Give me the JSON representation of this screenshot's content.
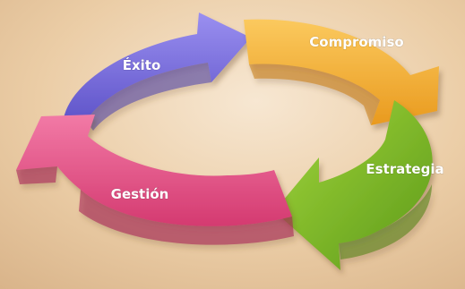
{
  "cycle": {
    "steps": [
      {
        "label": "Compromiso",
        "color": "#F3AE3C"
      },
      {
        "label": "Estrategia",
        "color": "#7CB82E"
      },
      {
        "label": "Gestión",
        "color": "#E9508A"
      },
      {
        "label": "Éxito",
        "color": "#7468DA"
      }
    ],
    "background": "#E7C8A2"
  }
}
